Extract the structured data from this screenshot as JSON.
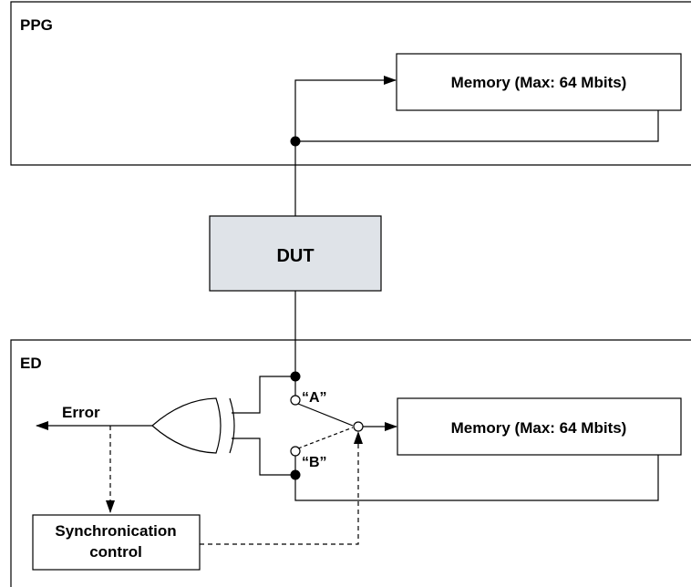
{
  "ppg": {
    "title": "PPG",
    "memory_label": "Memory (Max: 64 Mbits)"
  },
  "dut": {
    "label": "DUT",
    "fill_color": "#dfe3e8"
  },
  "ed": {
    "title": "ED",
    "memory_label": "Memory (Max: 64 Mbits)",
    "error_label": "Error",
    "switch_a_label": "“A”",
    "switch_b_label": "“B”",
    "sync_line1": "Synchronication",
    "sync_line2": "control"
  }
}
